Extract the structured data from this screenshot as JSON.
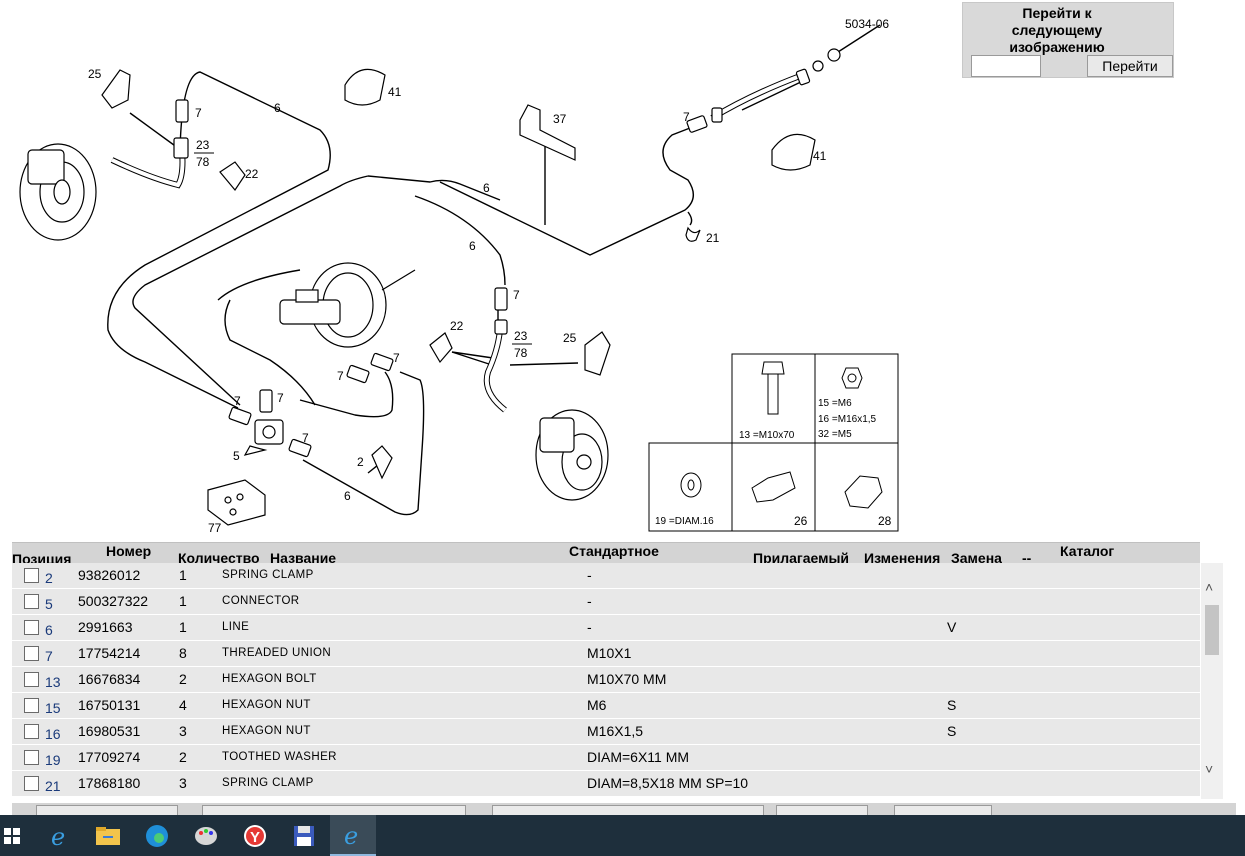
{
  "diagram": {
    "ref_code": "5034-06",
    "callouts": {
      "c25": "25",
      "c7": "7",
      "c6": "6",
      "c41": "41",
      "c23": "23",
      "c78": "78",
      "c22": "22",
      "c37": "37",
      "c21": "21",
      "c5": "5",
      "c2": "2",
      "c77": "77"
    },
    "legend": {
      "bolt": "13 =M10x70",
      "nut_1": "15 =M6",
      "nut_2": "16 =M16x1,5",
      "nut_3": "32 =M5",
      "washer": "19 =DIAM.16",
      "union_a": "26",
      "union_b": "28"
    }
  },
  "goto": {
    "title_line1": "Перейти к",
    "title_line2": "следующему",
    "title_line3": "изображению",
    "input_value": "",
    "button_label": "Перейти"
  },
  "table": {
    "headers": {
      "position": "Позиция",
      "number": "Номер",
      "quantity": "Количество",
      "name": "Название",
      "standard": "Стандартное",
      "attached": "Прилагаемый",
      "changes": "Изменения",
      "replacement": "Замена",
      "dashes": "--",
      "catalog": "Каталог"
    },
    "rows": [
      {
        "pos": "2",
        "number": "93826012",
        "qty": "1",
        "name": "SPRING CLAMP",
        "standard": "-",
        "changes": ""
      },
      {
        "pos": "5",
        "number": "500327322",
        "qty": "1",
        "name": "CONNECTOR",
        "standard": "-",
        "changes": ""
      },
      {
        "pos": "6",
        "number": "2991663",
        "qty": "1",
        "name": "LINE",
        "standard": "-",
        "changes": "V"
      },
      {
        "pos": "7",
        "number": "17754214",
        "qty": "8",
        "name": "THREADED UNION",
        "standard": "M10X1",
        "changes": ""
      },
      {
        "pos": "13",
        "number": "16676834",
        "qty": "2",
        "name": "HEXAGON BOLT",
        "standard": "M10X70 MM",
        "changes": ""
      },
      {
        "pos": "15",
        "number": "16750131",
        "qty": "4",
        "name": "HEXAGON NUT",
        "standard": "M6",
        "changes": "S"
      },
      {
        "pos": "16",
        "number": "16980531",
        "qty": "3",
        "name": "HEXAGON NUT",
        "standard": "M16X1,5",
        "changes": "S"
      },
      {
        "pos": "19",
        "number": "17709274",
        "qty": "2",
        "name": "TOOTHED WASHER",
        "standard": "DIAM=6X11 MM",
        "changes": ""
      },
      {
        "pos": "21",
        "number": "17868180",
        "qty": "3",
        "name": "SPRING CLAMP",
        "standard": "DIAM=8,5X18 MM SP=10",
        "changes": ""
      }
    ]
  },
  "taskbar": {
    "items": [
      "windows-start-icon",
      "ie-icon",
      "file-explorer-icon",
      "edge-icon",
      "paint-icon",
      "yandex-browser-icon",
      "save-floppy-icon",
      "ie-active-icon"
    ]
  }
}
